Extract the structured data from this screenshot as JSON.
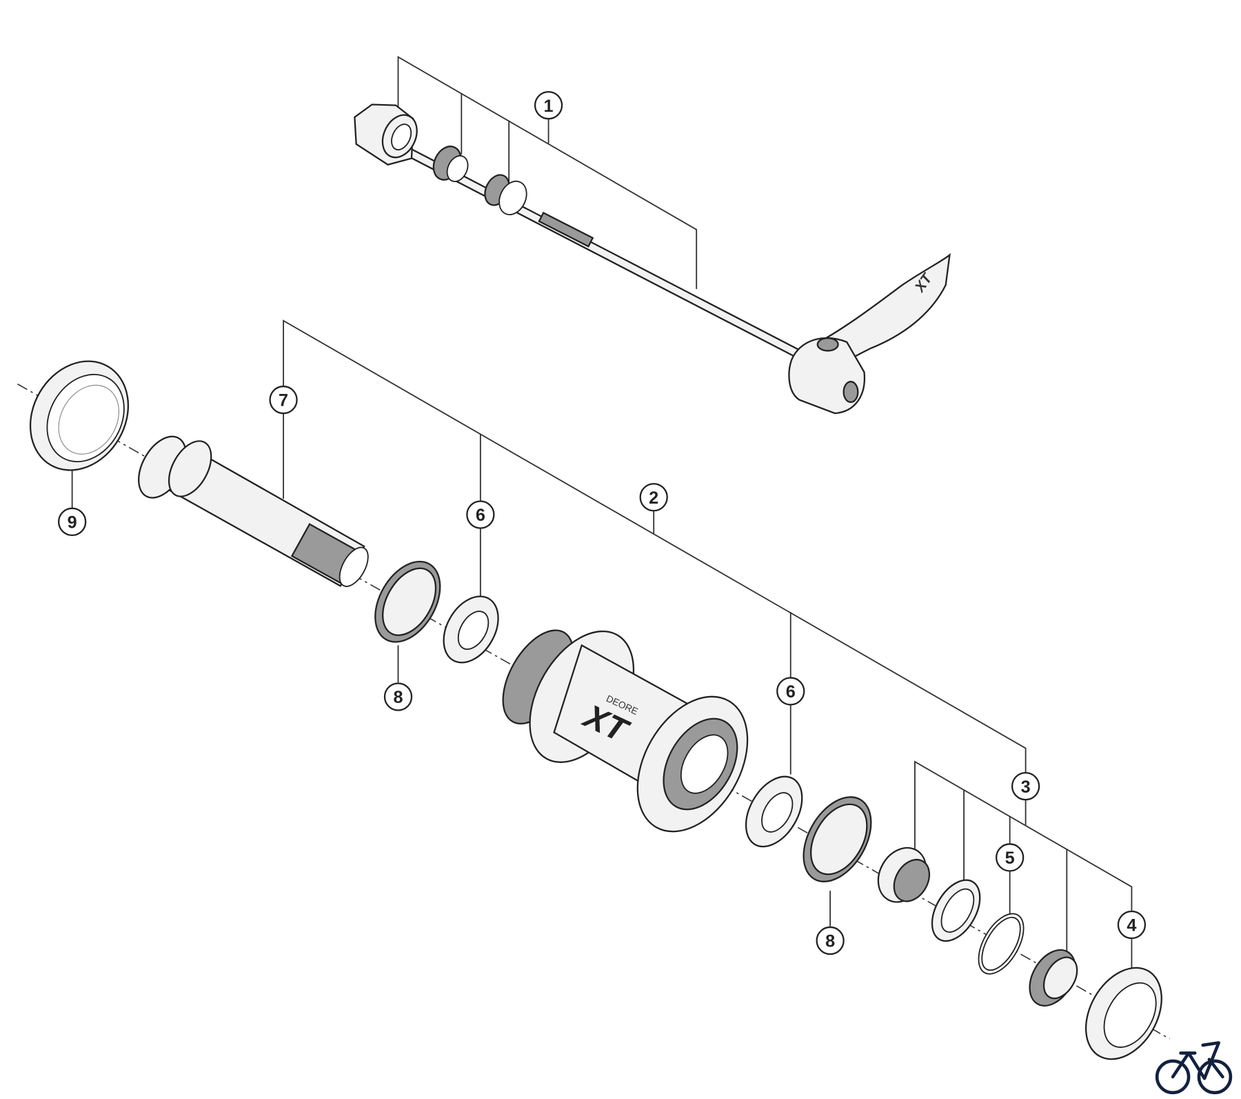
{
  "diagram": {
    "callouts": [
      {
        "id": "c1",
        "label": "1"
      },
      {
        "id": "c2",
        "label": "2"
      },
      {
        "id": "c3",
        "label": "3"
      },
      {
        "id": "c4",
        "label": "4"
      },
      {
        "id": "c5",
        "label": "5"
      },
      {
        "id": "c6a",
        "label": "6"
      },
      {
        "id": "c6b",
        "label": "6"
      },
      {
        "id": "c7",
        "label": "7"
      },
      {
        "id": "c8a",
        "label": "8"
      },
      {
        "id": "c8b",
        "label": "8"
      },
      {
        "id": "c9",
        "label": "9"
      }
    ],
    "hub_logo_small": "DEORE",
    "hub_logo_large": "XT",
    "lever_logo": "XT",
    "corner_logo": "bicycle-logo",
    "line_color": "#222222",
    "logo_color": "#14213d"
  }
}
